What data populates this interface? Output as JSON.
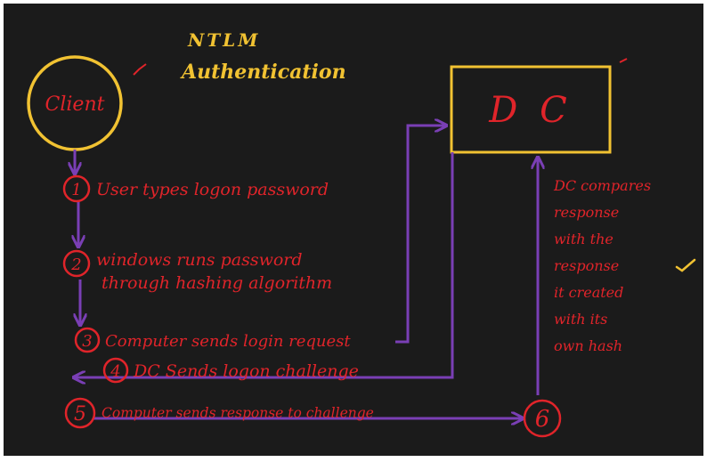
{
  "title": {
    "line1": "NTLM",
    "line2": "Authentication"
  },
  "client_label": "Client",
  "dc_label": "D C",
  "steps": [
    {
      "num": "1",
      "lines": [
        "User types logon password"
      ]
    },
    {
      "num": "2",
      "lines": [
        "windows runs password",
        "through hashing algorithm"
      ]
    },
    {
      "num": "3",
      "lines": [
        "Computer sends login request"
      ]
    },
    {
      "num": "4",
      "lines": [
        "DC Sends logon challenge"
      ]
    },
    {
      "num": "5",
      "lines": [
        "Computer sends response to challenge"
      ]
    },
    {
      "num": "6",
      "lines": []
    }
  ],
  "dc_note": [
    "DC compares",
    "response",
    "with the",
    "response",
    "it created",
    "with its",
    "own hash"
  ],
  "colors": {
    "background": "#1b1b1b",
    "outline": "#f1c232",
    "ink": "#e0242a",
    "arrow": "#7a3fb5"
  }
}
